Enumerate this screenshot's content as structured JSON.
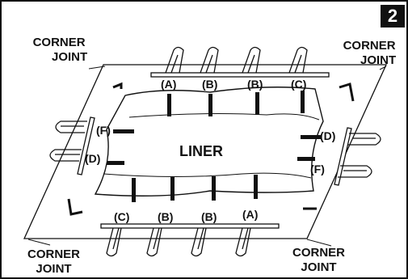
{
  "step": {
    "number": "2"
  },
  "corner_labels": {
    "top_left": [
      "CORNER",
      "JOINT"
    ],
    "top_right": [
      "CORNER",
      "JOINT"
    ],
    "bottom_left": [
      "CORNER",
      "JOINT"
    ],
    "bottom_right": [
      "CORNER",
      "JOINT"
    ]
  },
  "liner": {
    "label": "LINER"
  },
  "slot_labels": {
    "top": [
      "(A)",
      "(B)",
      "(B)",
      "(C)"
    ],
    "bottom": [
      "(C)",
      "(B)",
      "(B)",
      "(A)"
    ],
    "left": [
      "(F)",
      "(D)"
    ],
    "right": [
      "(D)",
      "(F)"
    ]
  },
  "colors": {
    "ink": "#111111",
    "paper": "#ffffff"
  }
}
